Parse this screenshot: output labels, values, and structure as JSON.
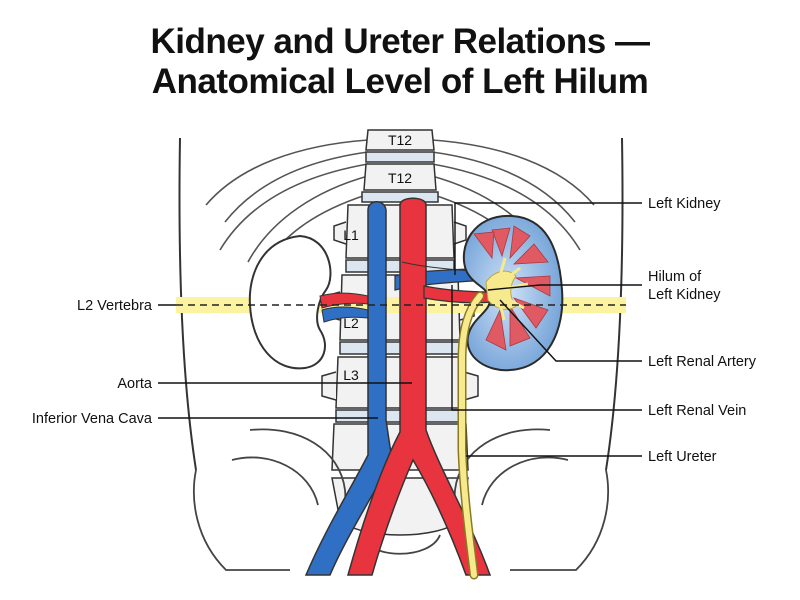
{
  "title": {
    "line1": "Kidney and Ureter Relations —",
    "line2": "Anatomical Level of Left Hilum"
  },
  "vertebrae": {
    "t12_upper": "T12",
    "t12_lower": "T12",
    "l1": "L1",
    "l2": "L2",
    "l3": "L3"
  },
  "labels": {
    "left_kidney": "Left Kidney",
    "hilum_line1": "Hilum of",
    "hilum_line2": "Left Kidney",
    "left_renal_artery": "Left Renal Artery",
    "left_renal_vein": "Left Renal Vein",
    "left_ureter": "Left Ureter",
    "l2_vertebra": "L2 Vertebra",
    "aorta": "Aorta",
    "ivc": "Inferior Vena Cava"
  },
  "colors": {
    "artery": "#e8343f",
    "vein": "#2f6fc4",
    "ureter": "#f7e98e",
    "hilum_band": "#fbf3a0",
    "kidney_fill": "#8fb8e6",
    "pyramid": "#e05a63",
    "outline": "#2a2a2a"
  }
}
